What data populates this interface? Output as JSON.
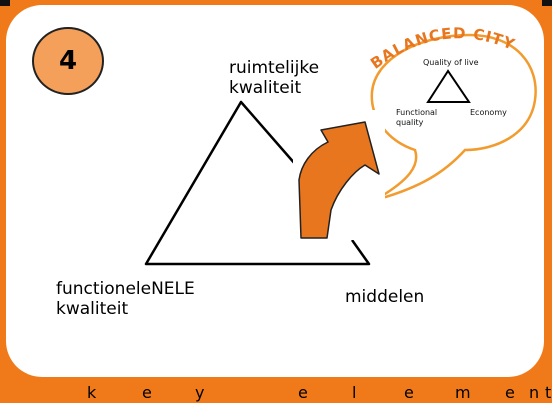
{
  "badge_number": "4",
  "labels": {
    "top": "ruimtelijke\nkwaliteit",
    "left": "functioneleNELE\nkwaliteit",
    "right": "middelen"
  },
  "bubble": {
    "title": "BALANCED CITY",
    "top": "Quality of live",
    "left": "Functional\nquality",
    "right": "Economy"
  },
  "footer_letters": [
    "k",
    "e",
    "y",
    "e",
    "l",
    "e",
    "m",
    "e",
    "n",
    "t"
  ],
  "colors": {
    "background": "#f07a1a",
    "badge": "#f5a05a",
    "title": "#e8761e",
    "arrow": "#e8761e"
  }
}
